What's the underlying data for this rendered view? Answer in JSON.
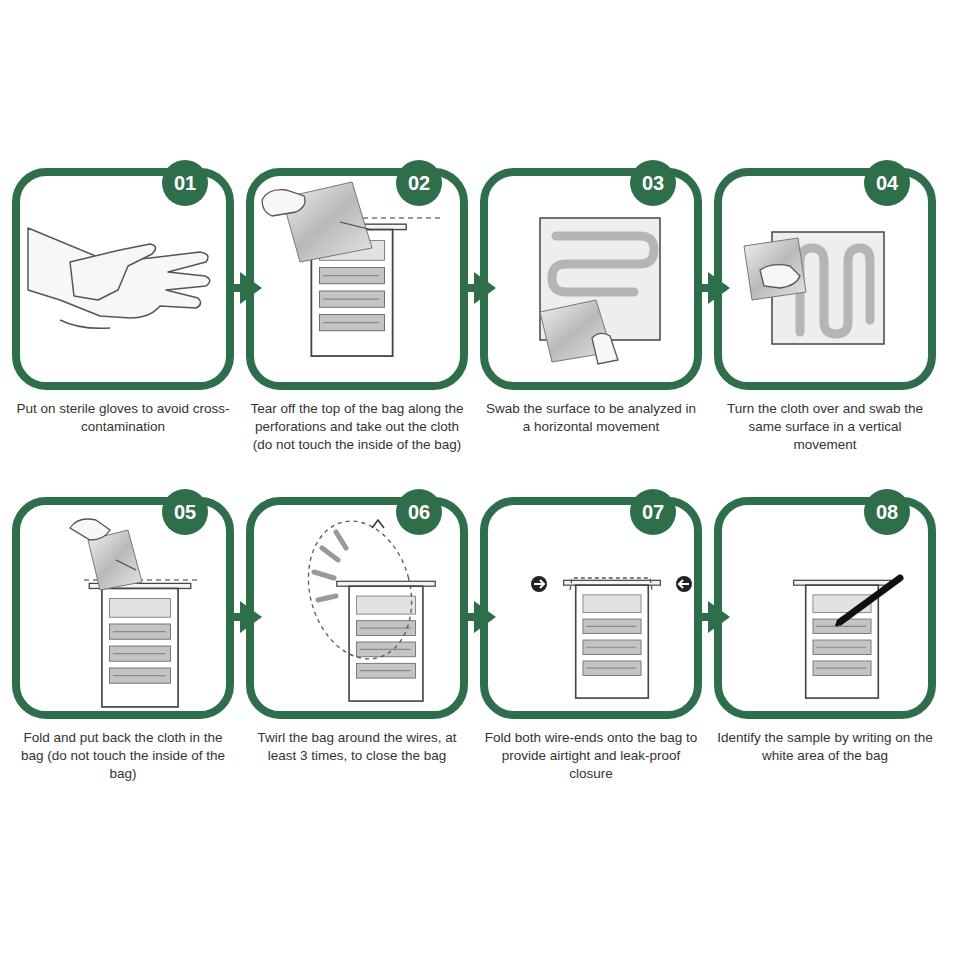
{
  "diagram": {
    "nodes": [
      {
        "text": [
          "Put on sterile gloves to avoid cross-contamination"
        ]
      },
      {
        "text": [
          "01"
        ],
        "in": 0
      },
      {
        "text": [
          "Tear off the top of the bag along the perforations and take out the cloth (do not touch the inside of the bag)"
        ]
      },
      {
        "text": [
          "02"
        ],
        "in": 2
      },
      {
        "text": [
          "Swab the surface to be analyzed in a horizontal movement"
        ]
      },
      {
        "text": [
          "03"
        ],
        "in": 4
      },
      {
        "text": [
          "Turn the cloth over and swab the same surface in a vertical movement"
        ]
      },
      {
        "text": [
          "04"
        ],
        "in": 6
      },
      {
        "text": [
          "Fold and put back the cloth in the bag (do not touch the inside of the bag)"
        ]
      },
      {
        "text": [
          "05"
        ],
        "in": 8
      },
      {
        "text": [
          "Twirl the bag around the wires, at least 3 times, to close the bag"
        ]
      },
      {
        "text": [
          "06"
        ],
        "in": 10
      },
      {
        "text": [
          "Fold both wire-ends onto the bag to provide airtight and leak-proof closure"
        ]
      },
      {
        "text": [
          "07"
        ],
        "in": 12
      },
      {
        "text": [
          "Identify the sample by writing on the white area of the bag"
        ]
      },
      {
        "text": [
          "08"
        ],
        "in": 14
      }
    ],
    "edges": [
      {
        "from": 0,
        "to": 2,
        "arrow": "to"
      },
      {
        "from": 2,
        "to": 4,
        "arrow": "to"
      },
      {
        "from": 4,
        "to": 6,
        "arrow": "to"
      },
      {
        "from": 8,
        "to": 10,
        "arrow": "to"
      },
      {
        "from": 10,
        "to": 12,
        "arrow": "to"
      },
      {
        "from": 12,
        "to": 14,
        "arrow": "to"
      }
    ]
  }
}
